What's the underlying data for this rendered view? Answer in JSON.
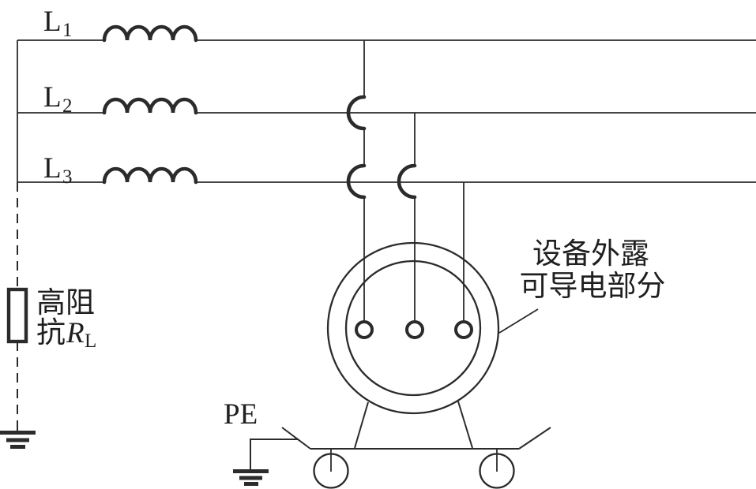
{
  "colors": {
    "line": "#2b2b2b",
    "background": "#ffffff",
    "text": "#1f1f1f"
  },
  "phases": [
    {
      "label": "L",
      "sub": "1"
    },
    {
      "label": "L",
      "sub": "2"
    },
    {
      "label": "L",
      "sub": "3"
    }
  ],
  "impedance_label": {
    "line1": "高阻",
    "line2_prefix": "抗",
    "symbol": "R",
    "symbol_sub": "L"
  },
  "pe_label": "PE",
  "equipment_label": {
    "line1": "设备外露",
    "line2": "可导电部分"
  }
}
